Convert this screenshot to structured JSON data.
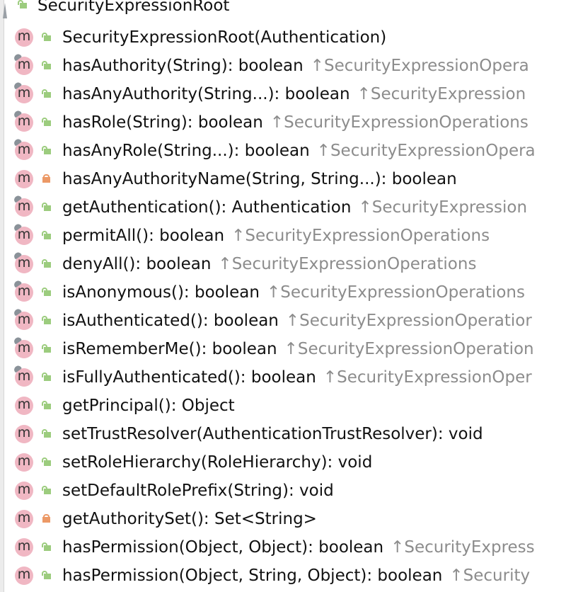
{
  "root": {
    "label": "SecurityExpressionRoot",
    "access": "public"
  },
  "members": [
    {
      "label": "SecurityExpressionRoot(Authentication)",
      "access": "public",
      "overridden": false,
      "inherited": ""
    },
    {
      "label": "hasAuthority(String): boolean",
      "access": "public",
      "overridden": true,
      "inherited": "↑SecurityExpressionOpera"
    },
    {
      "label": "hasAnyAuthority(String...): boolean",
      "access": "public",
      "overridden": true,
      "inherited": "↑SecurityExpression"
    },
    {
      "label": "hasRole(String): boolean",
      "access": "public",
      "overridden": true,
      "inherited": "↑SecurityExpressionOperations"
    },
    {
      "label": "hasAnyRole(String...): boolean",
      "access": "public",
      "overridden": true,
      "inherited": "↑SecurityExpressionOpera"
    },
    {
      "label": "hasAnyAuthorityName(String, String...): boolean",
      "access": "private",
      "overridden": false,
      "inherited": ""
    },
    {
      "label": "getAuthentication(): Authentication",
      "access": "public",
      "overridden": true,
      "inherited": "↑SecurityExpression"
    },
    {
      "label": "permitAll(): boolean",
      "access": "public",
      "overridden": true,
      "inherited": "↑SecurityExpressionOperations"
    },
    {
      "label": "denyAll(): boolean",
      "access": "public",
      "overridden": true,
      "inherited": "↑SecurityExpressionOperations"
    },
    {
      "label": "isAnonymous(): boolean",
      "access": "public",
      "overridden": true,
      "inherited": "↑SecurityExpressionOperations"
    },
    {
      "label": "isAuthenticated(): boolean",
      "access": "public",
      "overridden": true,
      "inherited": "↑SecurityExpressionOperatior"
    },
    {
      "label": "isRememberMe(): boolean",
      "access": "public",
      "overridden": true,
      "inherited": "↑SecurityExpressionOperation"
    },
    {
      "label": "isFullyAuthenticated(): boolean",
      "access": "public",
      "overridden": true,
      "inherited": "↑SecurityExpressionOper"
    },
    {
      "label": "getPrincipal(): Object",
      "access": "public",
      "overridden": false,
      "inherited": ""
    },
    {
      "label": "setTrustResolver(AuthenticationTrustResolver): void",
      "access": "public",
      "overridden": false,
      "inherited": ""
    },
    {
      "label": "setRoleHierarchy(RoleHierarchy): void",
      "access": "public",
      "overridden": false,
      "inherited": ""
    },
    {
      "label": "setDefaultRolePrefix(String): void",
      "access": "public",
      "overridden": false,
      "inherited": ""
    },
    {
      "label": "getAuthoritySet(): Set<String>",
      "access": "private",
      "overridden": false,
      "inherited": ""
    },
    {
      "label": "hasPermission(Object, Object): boolean",
      "access": "public",
      "overridden": false,
      "inherited": "↑SecurityExpress"
    },
    {
      "label": "hasPermission(Object, String, Object): boolean",
      "access": "public",
      "overridden": false,
      "inherited": "↑Security"
    }
  ],
  "colors": {
    "method_icon": "#f0b7c3",
    "public_lock": "#9ccc7e",
    "private_lock": "#ec9966",
    "inherited_text": "#8c8c8c"
  }
}
